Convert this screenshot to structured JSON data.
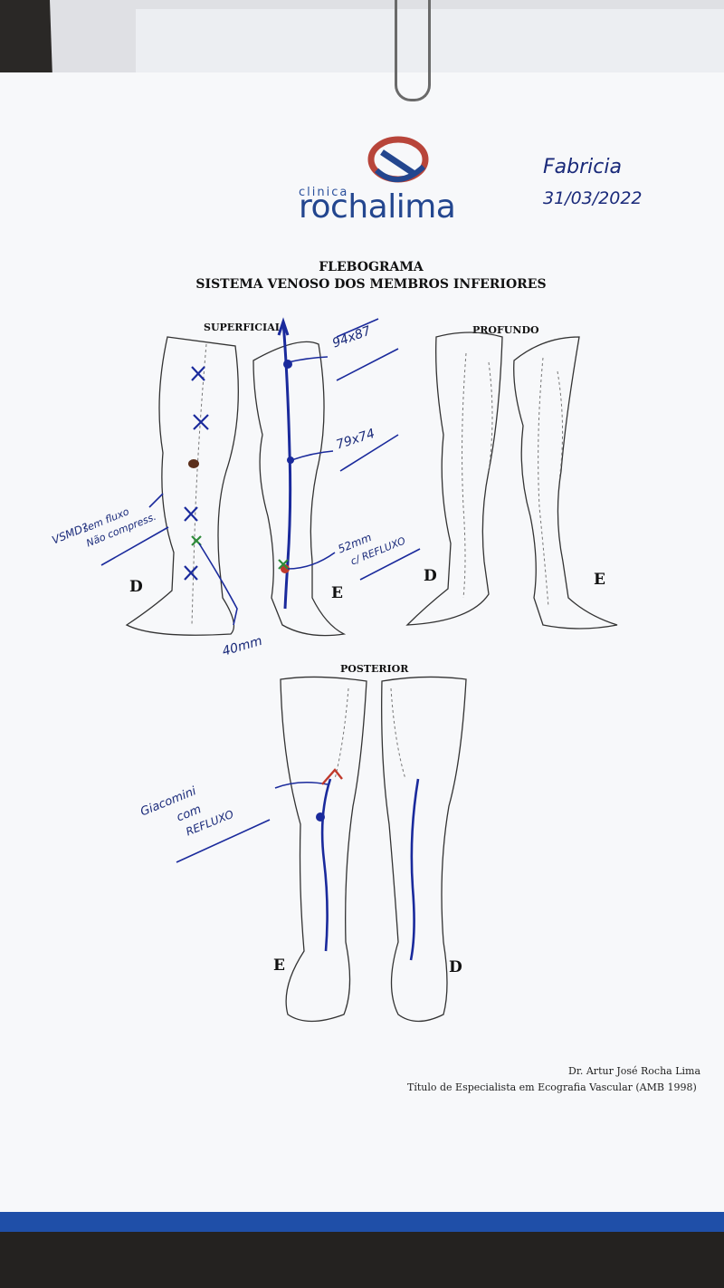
{
  "clinic": {
    "prefix": "clinica",
    "name": "rochalima"
  },
  "handwritten": {
    "patient_name": "Fabricia",
    "date": "31/03/2022"
  },
  "report": {
    "title": "FLEBOGRAMA",
    "subtitle": "SISTEMA VENOSO DOS MEMBROS INFERIORES"
  },
  "sections": {
    "superficial": "SUPERFICIAL",
    "profundo": "PROFUNDO",
    "posterior": "POSTERIOR"
  },
  "side_labels": {
    "superficial_right": "D",
    "superficial_left": "E",
    "profundo_right": "D",
    "profundo_left": "E",
    "posterior_left": "E",
    "posterior_right": "D"
  },
  "annotations": {
    "measure_1": "94x87",
    "measure_2": "79x74",
    "measure_3": "52mm",
    "measure_3_note": "c/ REFLUXO",
    "measure_4": "40mm",
    "vsm_note_1": "VSMD?",
    "vsm_note_2": "sem fluxo",
    "vsm_note_3": "Não compress.",
    "giacomini_1": "Giacomini",
    "giacomini_2": "com",
    "giacomini_3": "REFLUXO"
  },
  "signature": {
    "doctor": "Dr. Artur José Rocha Lima",
    "credential": "Título de Especialista em Ecografia Vascular (AMB 1998)"
  },
  "colors": {
    "pen_blue": "#1a2a9c",
    "logo_blue": "#23468f",
    "logo_red": "#b8453a",
    "paper_edge": "#1f4fa8"
  }
}
